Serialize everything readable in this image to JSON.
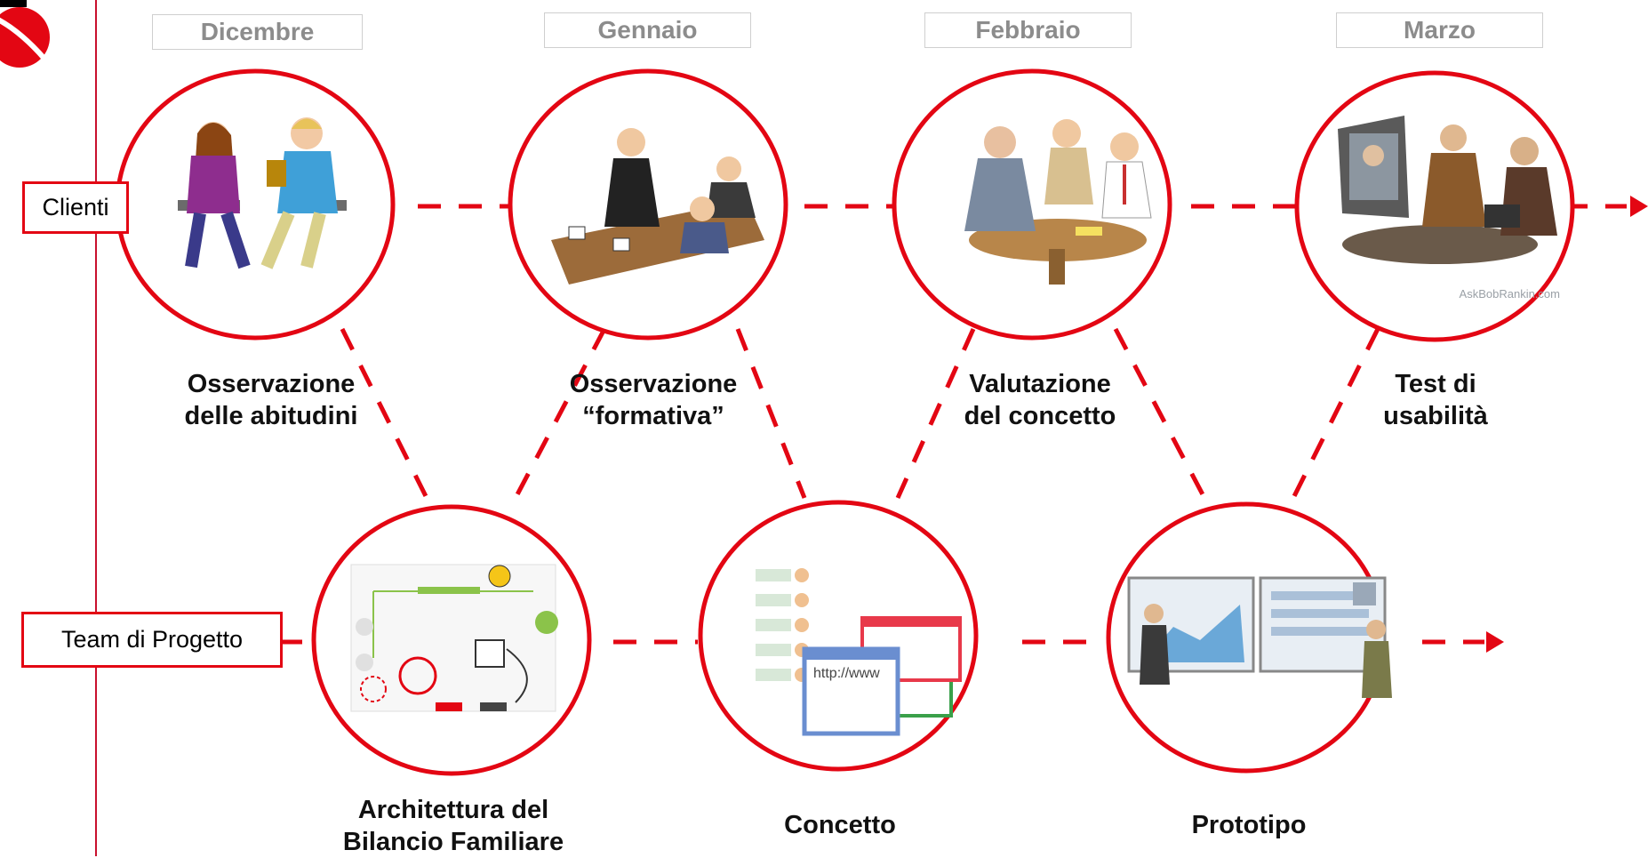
{
  "colors": {
    "accent": "#e30613",
    "month_text": "#8c8c8c",
    "month_border": "#cfcfcf"
  },
  "months": [
    "Dicembre",
    "Gennaio",
    "Febbraio",
    "Marzo"
  ],
  "lanes": {
    "clients": "Clienti",
    "team": "Team di Progetto"
  },
  "client_steps": [
    {
      "line1": "Osservazione",
      "line2": "delle abitudini",
      "icon": "interview-illustration"
    },
    {
      "line1": "Osservazione",
      "line2": "“formativa”",
      "icon": "meeting-illustration"
    },
    {
      "line1": "Valutazione",
      "line2": "del concetto",
      "icon": "discussion-illustration"
    },
    {
      "line1": "Test di",
      "line2": "usabilità",
      "icon": "usability-test-illustration",
      "credit": "AskBobRankin.com"
    }
  ],
  "team_steps": [
    {
      "line1": "Architettura del",
      "line2": "Bilancio Familiare",
      "icon": "architecture-diagram-illustration"
    },
    {
      "line1": "Concetto",
      "line2": "",
      "icon": "concept-browser-illustration"
    },
    {
      "line1": "Prototipo",
      "line2": "",
      "icon": "presentation-screens-illustration"
    }
  ],
  "browser_text": "http://www"
}
